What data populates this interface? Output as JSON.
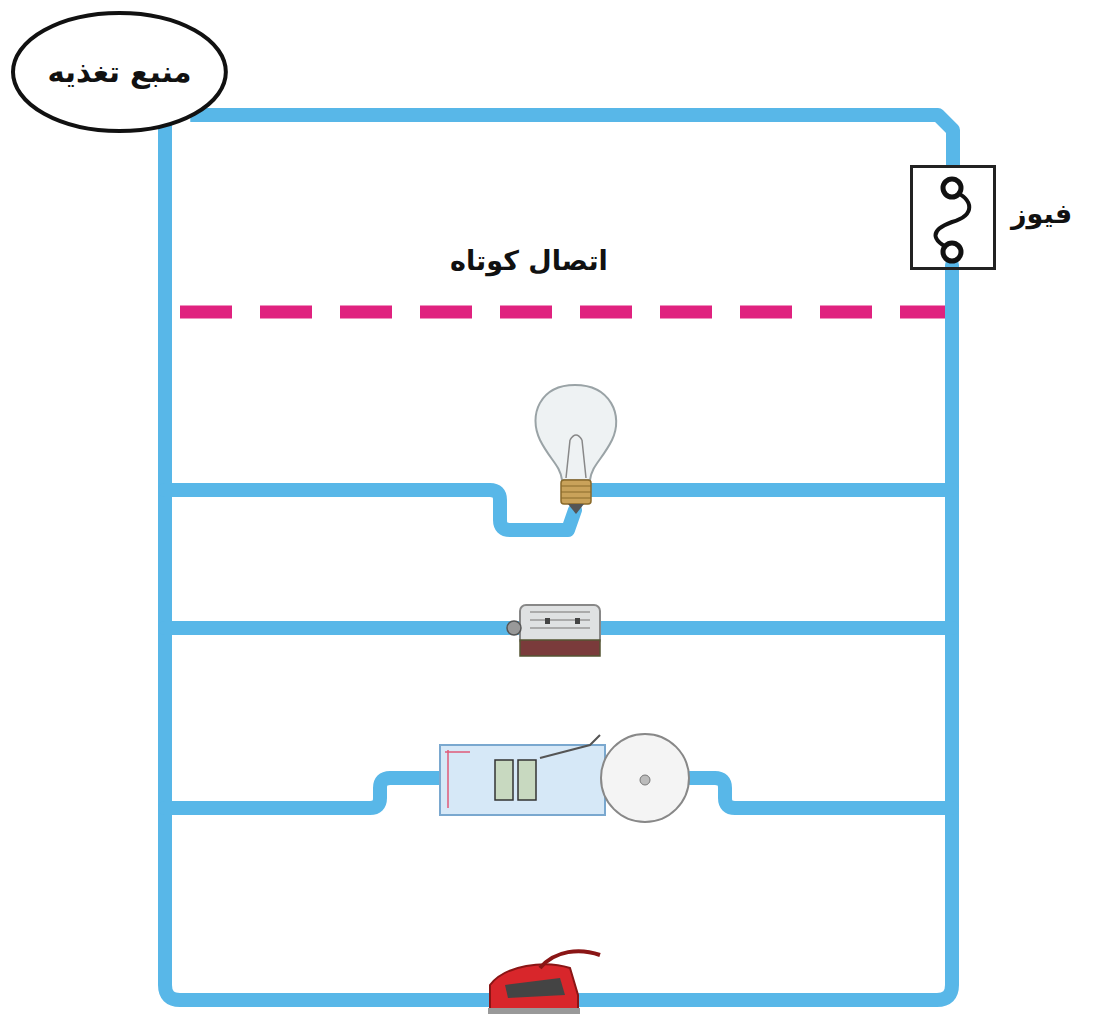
{
  "diagram": {
    "nodes": [
      {
        "text": [
          "منبع تغذیه"
        ]
      },
      {
        "text": [
          "فیوز"
        ]
      }
    ],
    "edges": [
      {
        "from": 0,
        "to": 1,
        "arrow": "none"
      }
    ],
    "labels": [
      "اتصال کوتاه"
    ]
  }
}
